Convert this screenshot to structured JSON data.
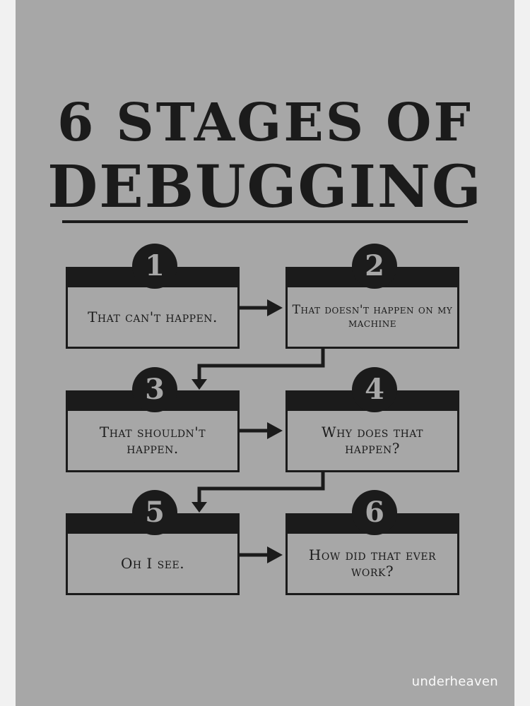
{
  "title": {
    "line1": "6 STAGES OF",
    "line2": "DEBUGGING"
  },
  "stages": [
    {
      "number": "1",
      "text": "That can't happen."
    },
    {
      "number": "2",
      "text": "That doesn't happen on my machine"
    },
    {
      "number": "3",
      "text": "That shouldn't happen."
    },
    {
      "number": "4",
      "text": "Why does that happen?"
    },
    {
      "number": "5",
      "text": "Oh I see."
    },
    {
      "number": "6",
      "text": "How did that ever work?"
    }
  ],
  "watermark": "underheaven",
  "colors": {
    "background": "#a7a7a7",
    "ink": "#1b1b1b",
    "margin": "#f1f1f1"
  }
}
